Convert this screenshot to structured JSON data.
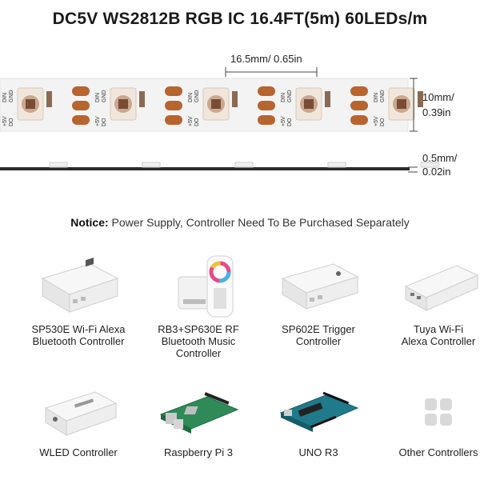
{
  "header": {
    "title": "DC5V WS2812B RGB IC 16.4FT(5m) 60LEDs/m"
  },
  "strip": {
    "pitch_label": "16.5mm/ 0.65in",
    "width_label_line1": "10mm/",
    "width_label_line2": "0.39in",
    "thickness_label_line1": "0.5mm/",
    "thickness_label_line2": "0.02in",
    "pad_labels": [
      "+5V",
      "DO",
      "DIN",
      "GND"
    ]
  },
  "notice": {
    "prefix": "Notice:",
    "text": " Power Supply, Controller Need To Be Purchased Separately"
  },
  "products": [
    {
      "label": "SP530E Wi-Fi Alexa\nBluetooth Controller",
      "icon": "controller-box-icon"
    },
    {
      "label": "RB3+SP630E RF\nBluetooth Music Controller",
      "icon": "remote-controller-icon"
    },
    {
      "label": "SP602E Trigger\nController",
      "icon": "controller-box-icon"
    },
    {
      "label": "Tuya Wi-Fi\nAlexa Controller",
      "icon": "controller-box-icon"
    },
    {
      "label": "WLED Controller",
      "icon": "wled-box-icon"
    },
    {
      "label": "Raspberry Pi 3",
      "icon": "raspberry-pi-board-icon"
    },
    {
      "label": "UNO R3",
      "icon": "arduino-board-icon"
    },
    {
      "label": "Other Controllers",
      "icon": "grid-icon"
    }
  ],
  "colors": {
    "strip": "#f4f4f4",
    "pad": "#b8642f",
    "pi_board": "#2e8b57",
    "uno_board": "#1f7a8c"
  }
}
